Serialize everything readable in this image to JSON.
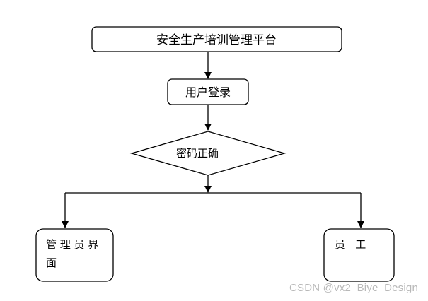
{
  "diagram": {
    "title_node": "安全生产培训管理平台",
    "login_node": "用户登录",
    "decision_node": "密码正确",
    "admin_node_line1": "管 理 员 界",
    "admin_node_line2": "面",
    "staff_node": "员   工"
  },
  "watermark": "CSDN @vx2_Biye_Design"
}
